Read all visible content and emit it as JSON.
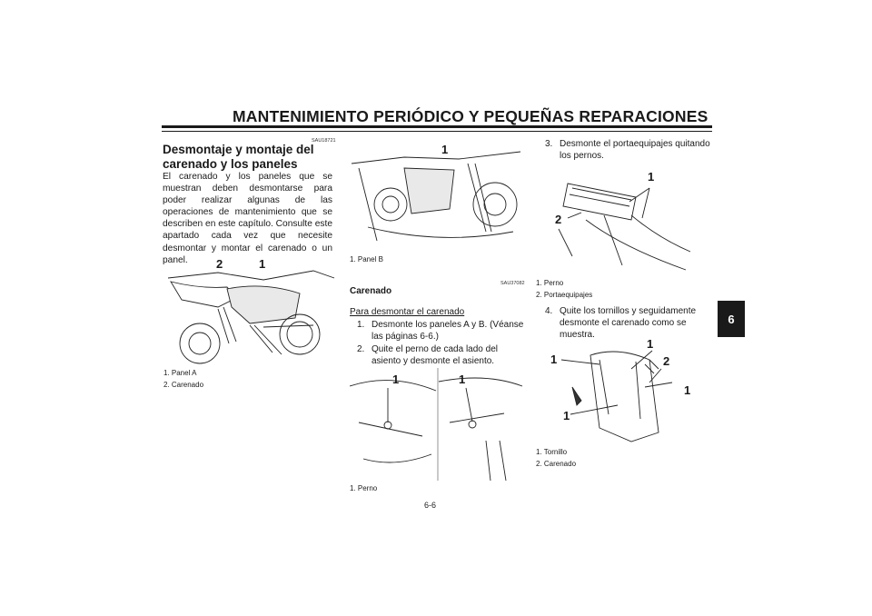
{
  "header": {
    "title": "MANTENIMIENTO PERIÓDICO Y PEQUEÑAS REPARACIONES"
  },
  "tab_label": "6",
  "page_number": "6-6",
  "col1": {
    "code": "SAU18721",
    "title": "Desmontaje y montaje del carenado y los paneles",
    "paragraph": "El carenado y los paneles que se muestran deben desmontarse para poder realizar algunas de las operaciones de mantenimiento que se describen en este capítulo. Consulte este apartado cada vez que necesite desmontar y montar el carenado o un panel.",
    "figure": {
      "callouts": [
        "2",
        "1"
      ],
      "captions": [
        "1. Panel A",
        "2. Carenado"
      ]
    }
  },
  "col2": {
    "figure_top": {
      "callouts": [
        "1"
      ],
      "captions": [
        "1. Panel B"
      ]
    },
    "code": "SAU37082",
    "subtitle": "Carenado",
    "underlined": "Para desmontar el carenado",
    "steps": [
      {
        "num": "1.",
        "text": "Desmonte los paneles A y B. (Véanse las páginas 6-6.)"
      },
      {
        "num": "2.",
        "text": "Quite el perno de cada lado del asiento y desmonte el asiento."
      }
    ],
    "figure_bottom": {
      "callouts": [
        "1",
        "1"
      ],
      "captions": [
        "1. Perno"
      ]
    }
  },
  "col3": {
    "steps": [
      {
        "num": "3.",
        "text": "Desmonte el portaequipajes quitando los pernos."
      },
      {
        "num": "4.",
        "text": "Quite los tornillos y seguidamente desmonte el carenado como se muestra."
      }
    ],
    "figure_top": {
      "callouts": [
        "1",
        "2"
      ],
      "captions": [
        "1. Perno",
        "2. Portaequipajes"
      ]
    },
    "figure_bottom": {
      "callouts": [
        "1",
        "1",
        "2",
        "1",
        "1"
      ],
      "captions": [
        "1. Tornillo",
        "2. Carenado"
      ]
    }
  }
}
